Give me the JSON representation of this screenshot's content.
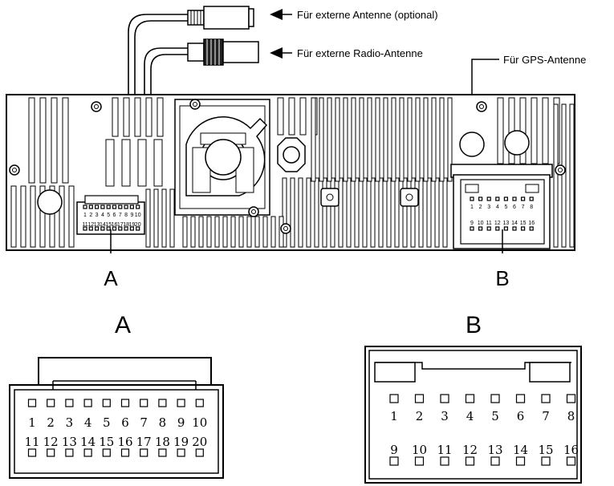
{
  "callouts": {
    "external_antenna": "Für externe Antenne (optional)",
    "radio_antenna": "Für externe Radio-Antenne",
    "gps_antenna": "Für GPS-Antenne"
  },
  "connector_labels": {
    "a_small": "A",
    "b_small": "B",
    "a_big": "A",
    "b_big": "B"
  },
  "connector_a": {
    "top_row": [
      "1",
      "2",
      "3",
      "4",
      "5",
      "6",
      "7",
      "8",
      "9",
      "10"
    ],
    "bottom_row": [
      "11",
      "12",
      "13",
      "14",
      "15",
      "16",
      "17",
      "18",
      "19",
      "20"
    ]
  },
  "connector_b": {
    "top_row": [
      "1",
      "2",
      "3",
      "4",
      "5",
      "6",
      "7",
      "8"
    ],
    "bottom_row": [
      "9",
      "10",
      "11",
      "12",
      "13",
      "14",
      "15",
      "16"
    ]
  }
}
